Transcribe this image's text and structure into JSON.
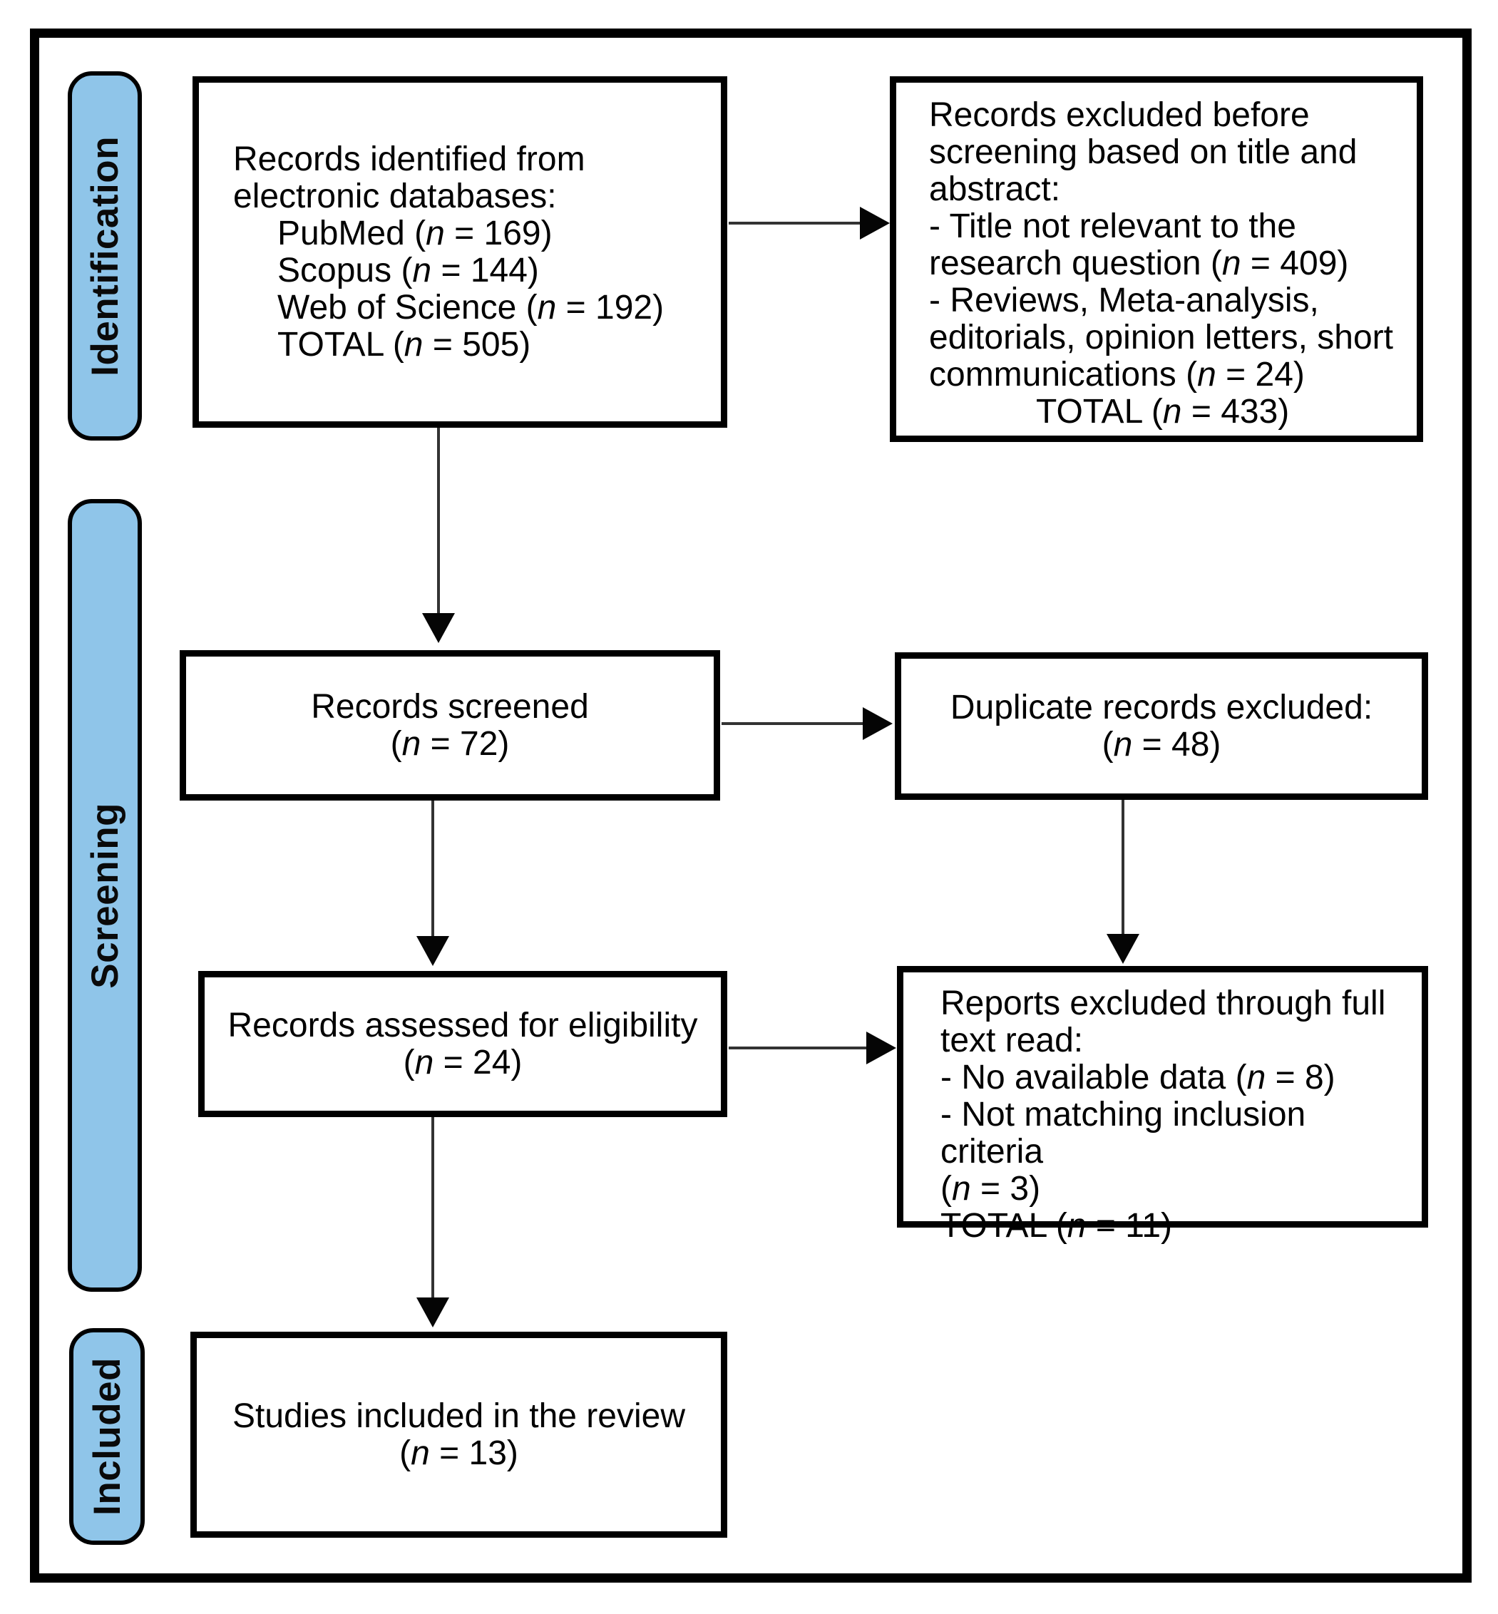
{
  "diagram": {
    "stages": [
      {
        "id": "identification",
        "label": "Identification"
      },
      {
        "id": "screening",
        "label": "Screening"
      },
      {
        "id": "included",
        "label": "Included"
      }
    ],
    "boxes": {
      "identified": {
        "lines": [
          {
            "text": "Records identified from",
            "indent": 0
          },
          {
            "text": "electronic databases:",
            "indent": 0
          },
          {
            "text": "PubMed (n = 169)",
            "indent": 1
          },
          {
            "text": "Scopus (n = 144)",
            "indent": 1
          },
          {
            "text": "Web of Science (n = 192)",
            "indent": 1
          },
          {
            "text": "TOTAL (n = 505)",
            "indent": 1
          }
        ]
      },
      "excluded_before_screening": {
        "lines": [
          {
            "text": "Records excluded before",
            "indent": 0
          },
          {
            "text": "screening based on title and",
            "indent": 0
          },
          {
            "text": "abstract:",
            "indent": 0
          },
          {
            "text": "- Title not relevant to the",
            "indent": 0
          },
          {
            "text": "research question (n = 409)",
            "indent": 0
          },
          {
            "text": "- Reviews, Meta-analysis,",
            "indent": 0
          },
          {
            "text": "editorials, opinion letters, short",
            "indent": 0
          },
          {
            "text": "communications (n = 24)",
            "indent": 0
          },
          {
            "text": "TOTAL (n = 433)",
            "indent": 2
          }
        ]
      },
      "screened": {
        "lines": [
          {
            "text": "Records screened",
            "indent": 0
          },
          {
            "text": "(n = 72)",
            "indent": 0
          }
        ]
      },
      "duplicates_excluded": {
        "lines": [
          {
            "text": "Duplicate records excluded:",
            "indent": 0
          },
          {
            "text": "(n = 48)",
            "indent": 0
          }
        ]
      },
      "assessed": {
        "lines": [
          {
            "text": "Records assessed for eligibility",
            "indent": 0
          },
          {
            "text": "(n = 24)",
            "indent": 0
          }
        ]
      },
      "excluded_fulltext": {
        "lines": [
          {
            "text": "Reports excluded through full",
            "indent": 0
          },
          {
            "text": "text read:",
            "indent": 0
          },
          {
            "text": "- No available data (n = 8)",
            "indent": 0
          },
          {
            "text": "- Not matching inclusion criteria",
            "indent": 0
          },
          {
            "text": "(n = 3)",
            "indent": 0
          },
          {
            "text": "TOTAL (n = 11)",
            "indent": 0
          }
        ]
      },
      "included_studies": {
        "lines": [
          {
            "text": "Studies included in the review",
            "indent": 0
          },
          {
            "text": "(n = 13)",
            "indent": 0
          }
        ]
      }
    },
    "colors": {
      "stage_fill": "#8FC5E9",
      "box_border": "#000000",
      "arrow_line": "#333333"
    }
  }
}
